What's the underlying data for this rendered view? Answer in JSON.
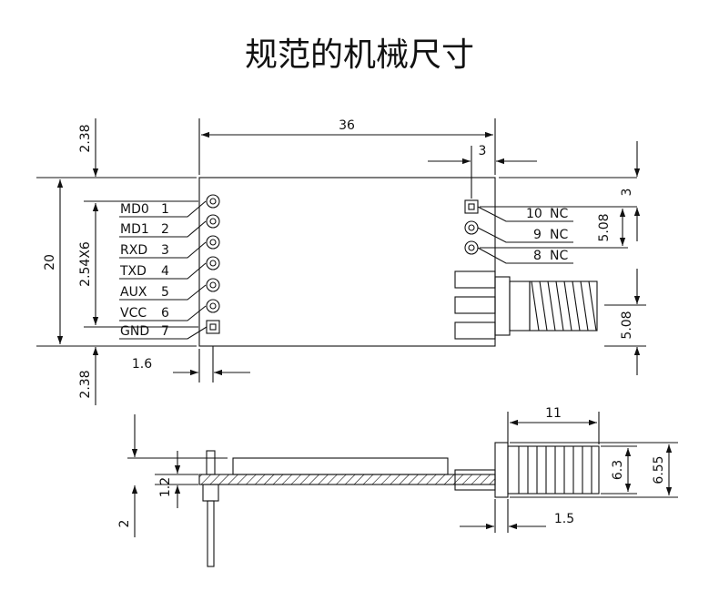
{
  "title": "规范的机械尺寸",
  "pins_left": [
    {
      "name": "MD0",
      "num": "1"
    },
    {
      "name": "MD1",
      "num": "2"
    },
    {
      "name": "RXD",
      "num": "3"
    },
    {
      "name": "TXD",
      "num": "4"
    },
    {
      "name": "AUX",
      "num": "5"
    },
    {
      "name": "VCC",
      "num": "6"
    },
    {
      "name": "GND",
      "num": "7"
    }
  ],
  "pins_right": [
    {
      "num": "10",
      "name": "NC"
    },
    {
      "num": "9",
      "name": "NC"
    },
    {
      "num": "8",
      "name": "NC"
    }
  ],
  "dimensions": {
    "width": "36",
    "height": "20",
    "pitch": "2.54X6",
    "top_margin": "2.38",
    "bottom_margin": "2.38",
    "left_offset": "1.6",
    "right_offset": "3",
    "right_top": "3",
    "right_pitch": "5.08",
    "antenna_pitch": "5.08",
    "antenna_length": "11",
    "antenna_d1": "6.3",
    "antenna_d2": "6.55",
    "pcb_thickness": "1.2",
    "pin_length": "2",
    "flange": "1.5"
  }
}
